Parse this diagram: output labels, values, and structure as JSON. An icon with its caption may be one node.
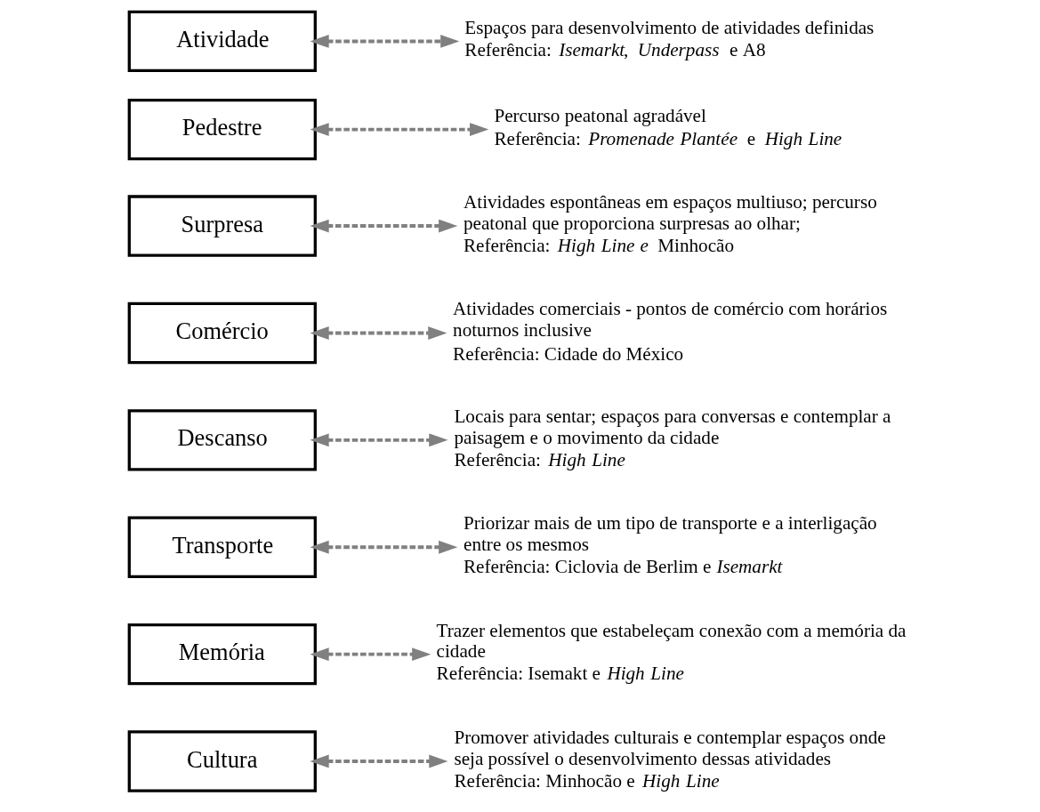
{
  "diagram": {
    "nodes": [
      {
        "text": [
          "Atividade"
        ]
      },
      {
        "text": [
          "Espaços para desenvolvimento de atividades definidas",
          "Referência: *Isemarkt*, *Underpass* e A8"
        ]
      },
      {
        "text": [
          "Pedestre"
        ]
      },
      {
        "text": [
          "Percurso peatonal agradável",
          "Referência: *Promenade Plantée* e *High Line*"
        ]
      },
      {
        "text": [
          "Surpresa"
        ]
      },
      {
        "text": [
          "Atividades espontâneas em espaços multiuso; percurso peatonal que proporciona surpresas ao olhar;",
          "Referência: *High Line e* Minhocão"
        ]
      },
      {
        "text": [
          "Comércio"
        ]
      },
      {
        "text": [
          "Atividades comerciais - pontos de comércio com horários noturnos inclusive",
          "Referência: Cidade do México"
        ]
      },
      {
        "text": [
          "Descanso"
        ]
      },
      {
        "text": [
          "Locais para sentar; espaços para conversas e contemplar a paisagem e o movimento da cidade",
          "Referência: *High Line*"
        ]
      },
      {
        "text": [
          "Transporte"
        ]
      },
      {
        "text": [
          "Priorizar mais de um tipo de transporte e a interligação entre os mesmos",
          "Referência: Ciclovia de Berlim e *Isemarkt*"
        ]
      },
      {
        "text": [
          "Memória"
        ]
      },
      {
        "text": [
          "Trazer elementos que estabeleçam conexão com a memória da cidade",
          "Referência: Isemakt e *High Line*"
        ]
      },
      {
        "text": [
          "Cultura"
        ]
      },
      {
        "text": [
          "Promover atividades culturais e contemplar espaços onde seja possível o desenvolvimento dessas atividades",
          "Referência: Minhocão e *High Line*"
        ]
      }
    ],
    "edges": [
      {
        "from": 0,
        "to": 1,
        "arrow": "both",
        "style": "dashed"
      },
      {
        "from": 2,
        "to": 3,
        "arrow": "both",
        "style": "dashed"
      },
      {
        "from": 4,
        "to": 5,
        "arrow": "both",
        "style": "dashed"
      },
      {
        "from": 6,
        "to": 7,
        "arrow": "both",
        "style": "dashed"
      },
      {
        "from": 8,
        "to": 9,
        "arrow": "both",
        "style": "dashed"
      },
      {
        "from": 10,
        "to": 11,
        "arrow": "both",
        "style": "dashed"
      },
      {
        "from": 12,
        "to": 13,
        "arrow": "both",
        "style": "dashed"
      },
      {
        "from": 14,
        "to": 15,
        "arrow": "both",
        "style": "dashed"
      }
    ]
  }
}
